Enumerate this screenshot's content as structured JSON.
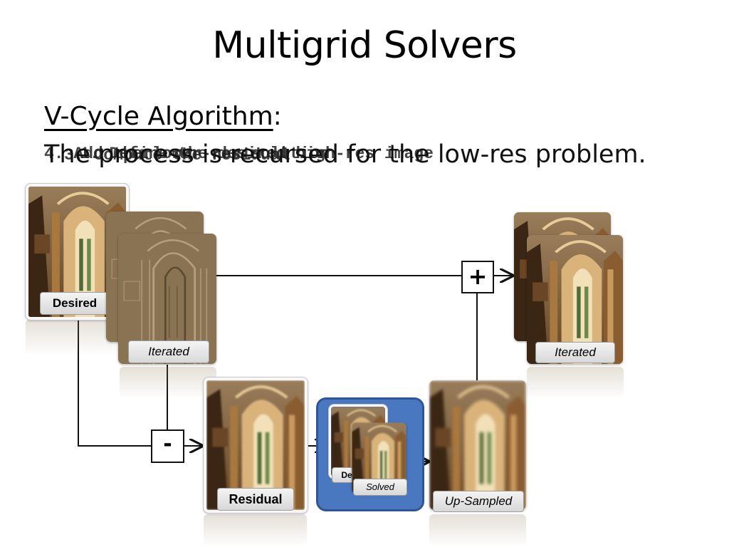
{
  "slide": {
    "title": "Multigrid Solvers",
    "subtitle": "V-Cycle Algorithm",
    "subtitle_suffix": ":",
    "steps_main": "The process is recursed for the low-res problem.",
    "steps_overlay": [
      "4. Add the lower-res solution ",
      "1. Define the desired high-res image",
      "3. Compute the residual"
    ]
  },
  "diagram": {
    "labels": {
      "desired": "Desired",
      "iterated_top": "Iterated",
      "residual": "Residual",
      "desired_small": "De",
      "solved": "Solved",
      "up_sampled": "Up-Sampled",
      "iterated_result": "Iterated"
    },
    "operators": {
      "subtract": "-",
      "add": "+"
    }
  },
  "colors": {
    "panel_blue": "#4a78c0",
    "emboss_tan": "#8a7352",
    "photo_warm": "#b38350",
    "line": "#111111"
  },
  "icons": {
    "photo": "cathedral-photo",
    "embossed": "embossed-photo-icon"
  }
}
